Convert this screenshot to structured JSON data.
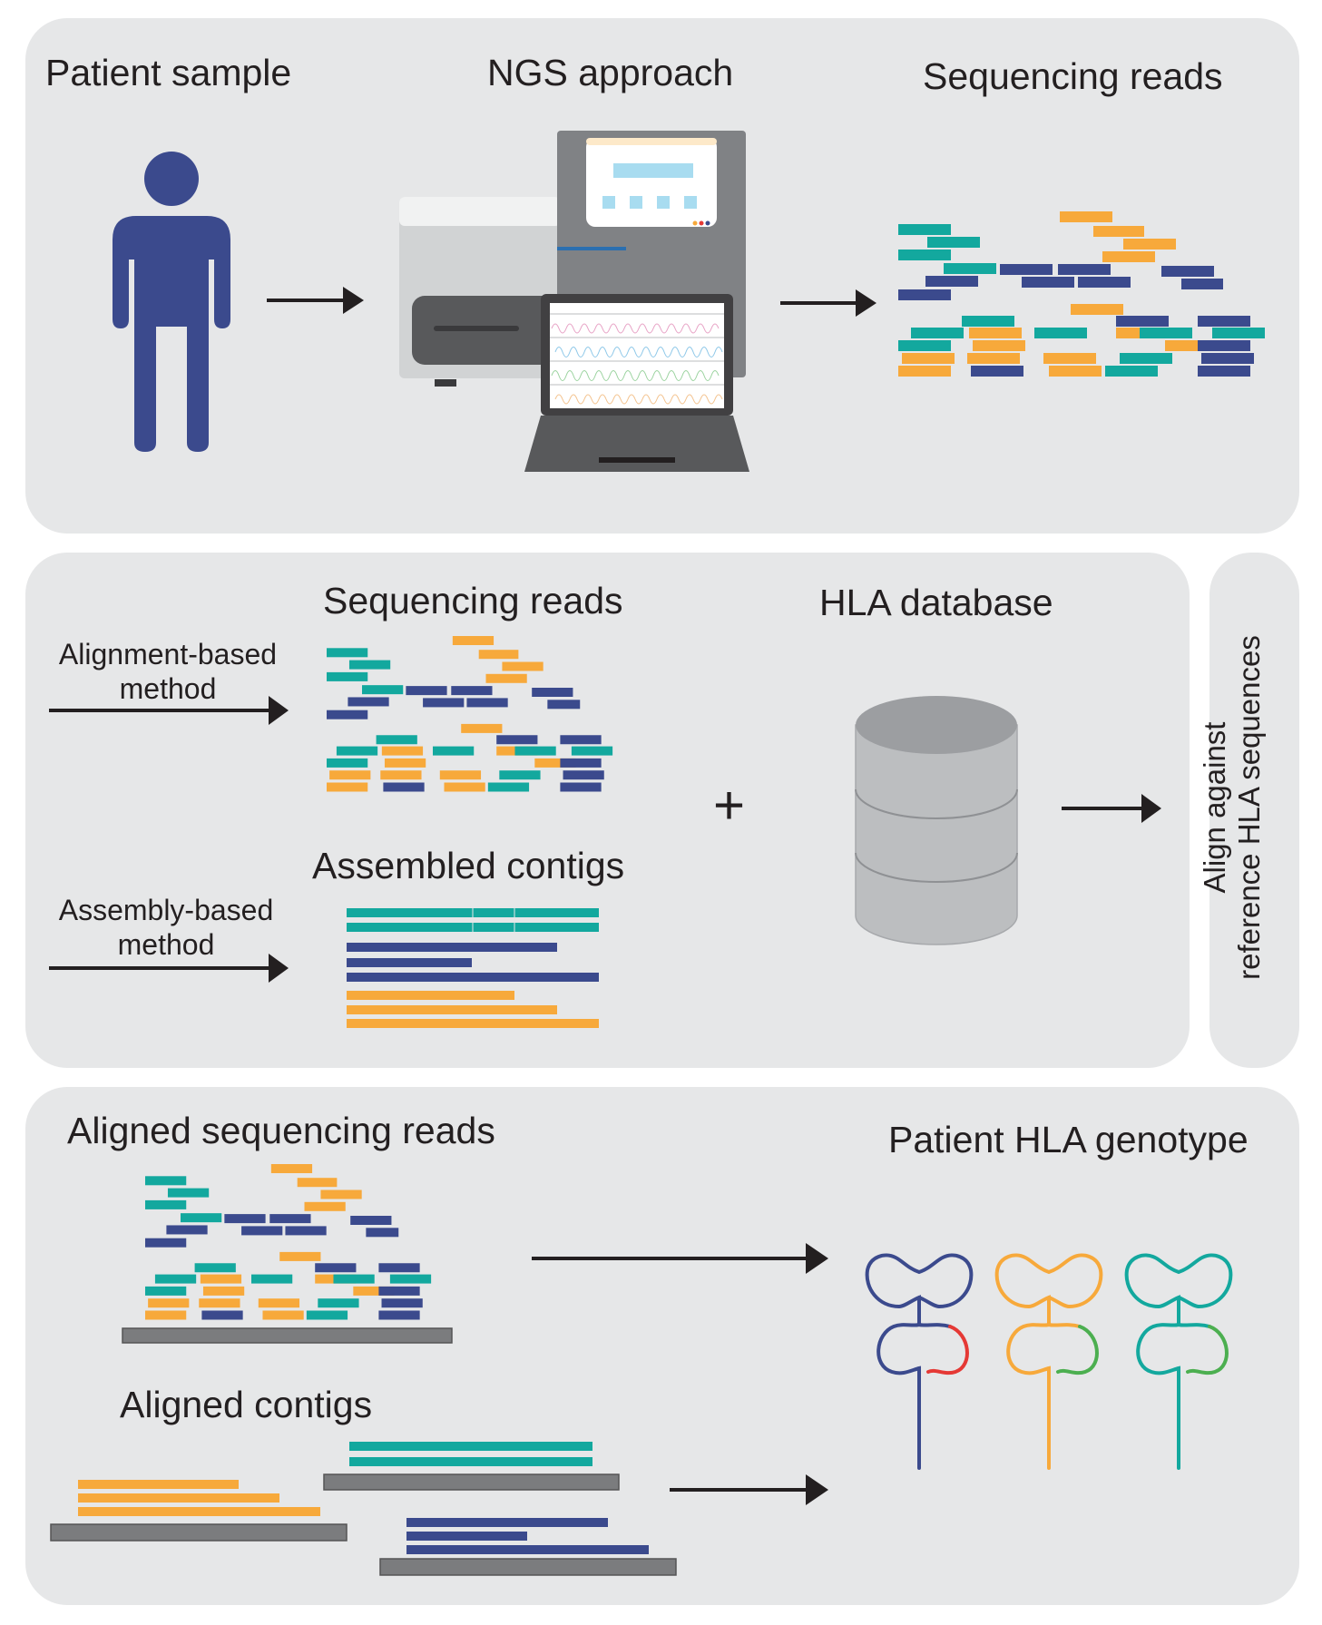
{
  "palette": {
    "teal": "#13a89e",
    "orange": "#f7a93b",
    "navy": "#3b4a8d",
    "gray_bar": "#7b7c7e",
    "red": "#e53935",
    "green": "#4caf50"
  },
  "panel1": {
    "patient_sample": "Patient sample",
    "ngs_approach": "NGS approach",
    "sequencing_reads": "Sequencing reads",
    "icons": [
      "person-icon",
      "sequencer-icon",
      "laptop-icon",
      "sequencing-reads-icon"
    ]
  },
  "panel2": {
    "sequencing_reads": "Sequencing reads",
    "alignment_method": "Alignment-based\nmethod",
    "assembled_contigs": "Assembled contigs",
    "assembly_method": "Assembly-based\nmethod",
    "plus": "+",
    "hla_database": "HLA database",
    "icons": [
      "database-icon"
    ]
  },
  "side": {
    "align_label": "Align against\nreference HLA sequences"
  },
  "panel3": {
    "aligned_reads": "Aligned sequencing reads",
    "aligned_contigs": "Aligned contigs",
    "genotype": "Patient HLA genotype",
    "icons": [
      "hla-molecule-icon"
    ]
  }
}
